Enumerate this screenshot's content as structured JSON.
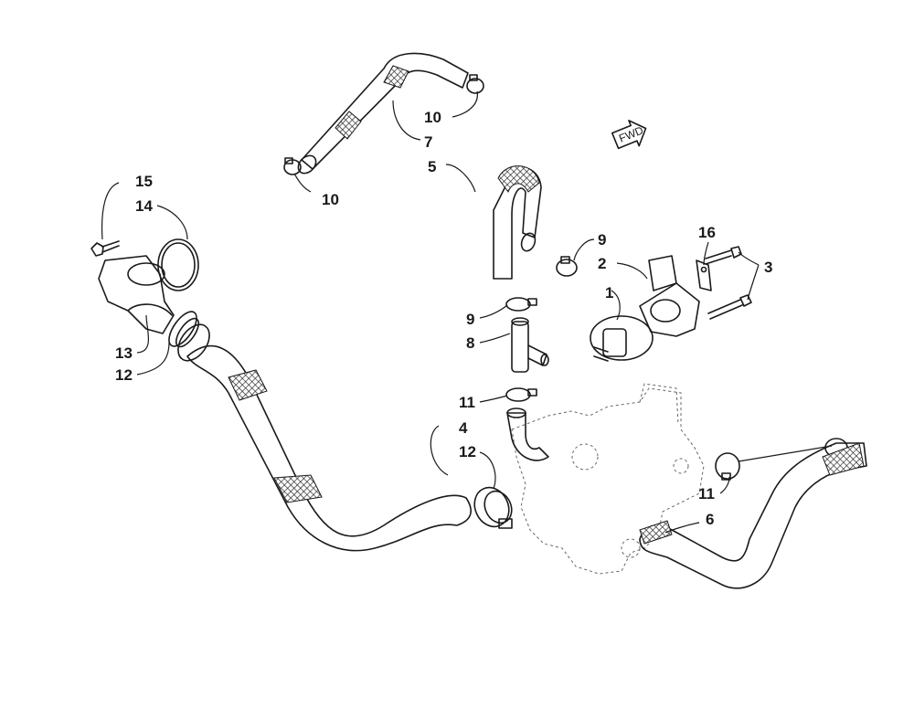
{
  "direction_marker": {
    "label": "FWD"
  },
  "callouts": [
    {
      "id": "label-1",
      "text": "1"
    },
    {
      "id": "label-2",
      "text": "2"
    },
    {
      "id": "label-3",
      "text": "3"
    },
    {
      "id": "label-4",
      "text": "4"
    },
    {
      "id": "label-5",
      "text": "5"
    },
    {
      "id": "label-6",
      "text": "6"
    },
    {
      "id": "label-7",
      "text": "7"
    },
    {
      "id": "label-8",
      "text": "8"
    },
    {
      "id": "label-9a",
      "text": "9"
    },
    {
      "id": "label-9b",
      "text": "9"
    },
    {
      "id": "label-10a",
      "text": "10"
    },
    {
      "id": "label-10b",
      "text": "10"
    },
    {
      "id": "label-11a",
      "text": "11"
    },
    {
      "id": "label-11b",
      "text": "11"
    },
    {
      "id": "label-12a",
      "text": "12"
    },
    {
      "id": "label-12b",
      "text": "12"
    },
    {
      "id": "label-13",
      "text": "13"
    },
    {
      "id": "label-14",
      "text": "14"
    },
    {
      "id": "label-15",
      "text": "15"
    },
    {
      "id": "label-16",
      "text": "16"
    }
  ]
}
